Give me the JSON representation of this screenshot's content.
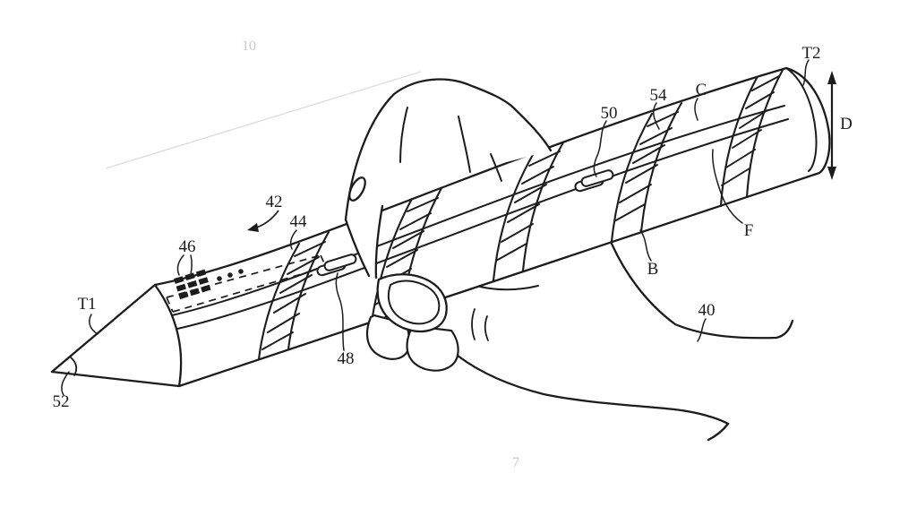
{
  "figure": {
    "kind": "Patent-style line drawing",
    "subject": "Hand holding a touch-sensitive stylus with hatched sensor bands, conical tip and contact pads",
    "background_color": "#ffffff",
    "ink_color": "#1c1c1c",
    "faint_color": "#c9c9c9"
  },
  "labels": {
    "T1": "T1",
    "T2": "T2",
    "B": "B",
    "C": "C",
    "D": "D",
    "F": "F",
    "40": "40",
    "42": "42",
    "44": "44",
    "46": "46",
    "48": "48",
    "50": "50",
    "52": "52",
    "54": "54",
    "faint_10": "10",
    "faint_7": "7"
  },
  "annotations": [
    {
      "label": "T1",
      "points_to": "sloped surface of conical tip"
    },
    {
      "label": "52",
      "points_to": "tip apex (angle arc)"
    },
    {
      "label": "46",
      "points_to": "array of dark contact pads"
    },
    {
      "label": "42",
      "points_to": "stylus body (curved arrow)"
    },
    {
      "label": "44",
      "points_to": "dashed region on barrel"
    },
    {
      "label": "48",
      "points_to": "front oval slot"
    },
    {
      "label": "50",
      "points_to": "rear oval slot"
    },
    {
      "label": "54",
      "points_to": "hatched band"
    },
    {
      "label": "C",
      "points_to": "upper barrel facet"
    },
    {
      "label": "F",
      "points_to": "lower barrel facet"
    },
    {
      "label": "B",
      "points_to": "lower edge of barrel"
    },
    {
      "label": "T2",
      "points_to": "rear end of stylus"
    },
    {
      "label": "D",
      "points_to": "diameter dimension arrow"
    },
    {
      "label": "40",
      "points_to": "hand holding the stylus"
    }
  ]
}
